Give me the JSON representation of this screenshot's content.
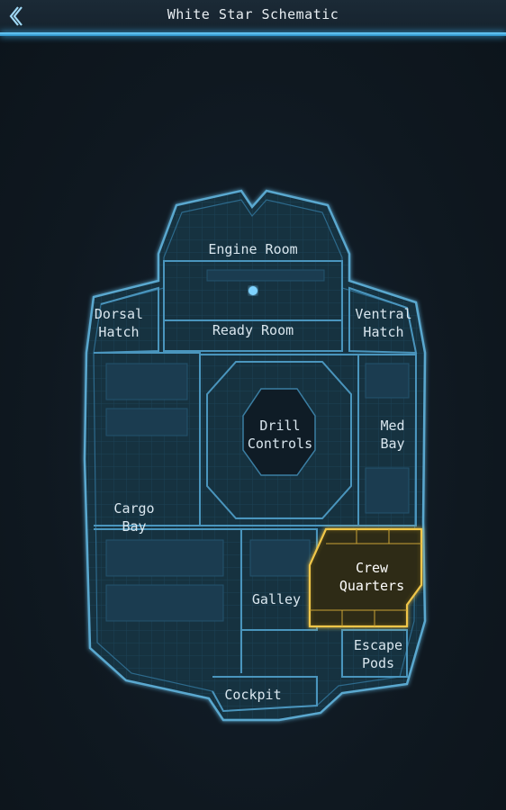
{
  "header": {
    "title": "White Star Schematic",
    "back_icon": "chevron-left-icon"
  },
  "colors": {
    "accent": "#4fc3f7",
    "wall": "#4a8fb3",
    "floor": "#1a3648",
    "selected_outline": "#f0c64a",
    "selected_fill": "#2a2a14"
  },
  "rooms": {
    "engine_room": {
      "line1": "Engine Room",
      "line2": ""
    },
    "dorsal_hatch": {
      "line1": "Dorsal",
      "line2": "Hatch"
    },
    "ventral_hatch": {
      "line1": "Ventral",
      "line2": "Hatch"
    },
    "ready_room": {
      "line1": "Ready Room",
      "line2": ""
    },
    "drill_controls": {
      "line1": "Drill",
      "line2": "Controls"
    },
    "med_bay": {
      "line1": "Med",
      "line2": "Bay"
    },
    "cargo_bay": {
      "line1": "Cargo",
      "line2": "Bay"
    },
    "crew_quarters": {
      "line1": "Crew",
      "line2": "Quarters"
    },
    "galley": {
      "line1": "Galley",
      "line2": ""
    },
    "escape_pods": {
      "line1": "Escape",
      "line2": "Pods"
    },
    "cockpit": {
      "line1": "Cockpit",
      "line2": ""
    }
  },
  "selected_room": "Crew Quarters"
}
